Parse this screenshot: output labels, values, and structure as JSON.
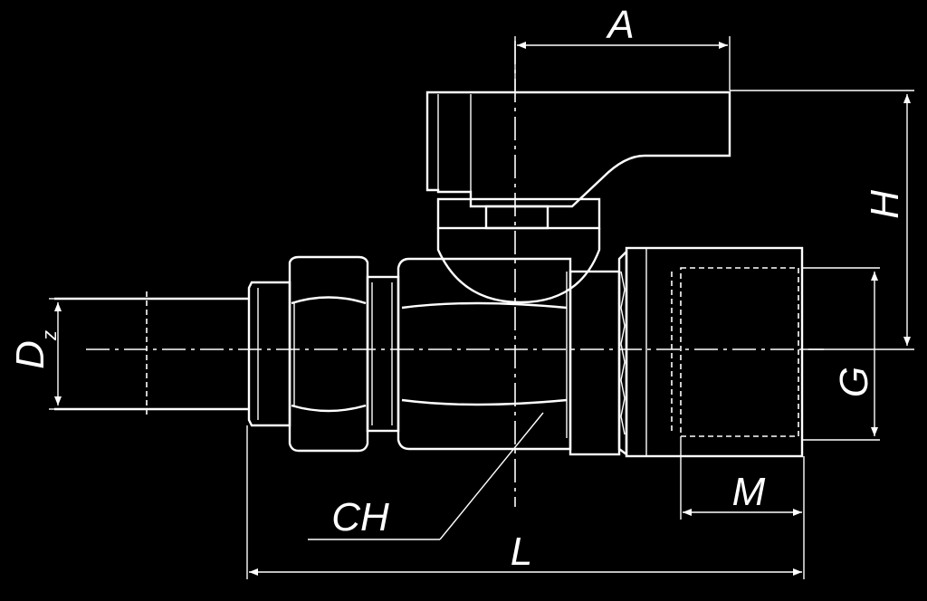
{
  "labels": {
    "A": "A",
    "H": "H",
    "G": "G",
    "M": "M",
    "L": "L",
    "CH": "CH",
    "Dz_main": "D",
    "Dz_sub": "z"
  }
}
